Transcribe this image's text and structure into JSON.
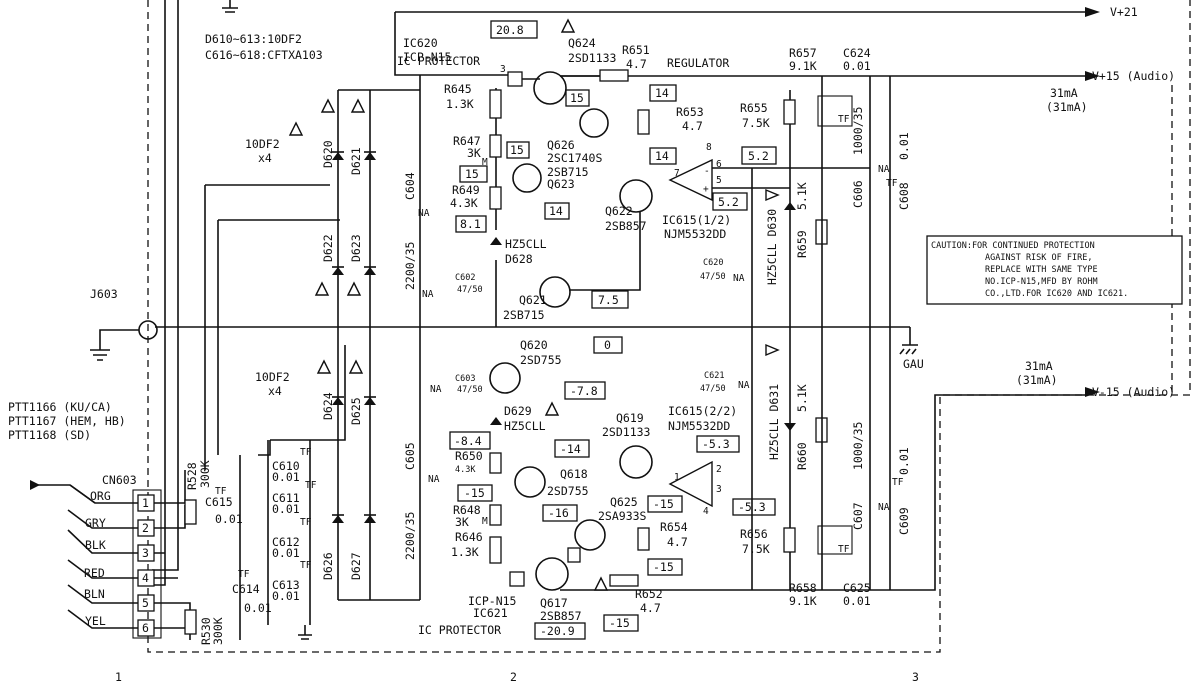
{
  "diodes_top_note": [
    "D610~613:10DF2",
    "C616~618:CFTXA103"
  ],
  "ic620": {
    "ref": "IC620",
    "part": "ICP-N15",
    "desc": "IC PROTECTOR"
  },
  "ic621": {
    "ref": "IC621",
    "part": "ICP-N15",
    "desc": "IC PROTECTOR"
  },
  "q624": {
    "ref": "Q624",
    "part": "2SD1133"
  },
  "q626": {
    "ref": "Q626",
    "part": "2SC1740S"
  },
  "q623": {
    "ref": "Q623",
    "part": "2SB715"
  },
  "q622": {
    "ref": "Q622",
    "part": "2SB857"
  },
  "q621": {
    "ref": "Q621",
    "part": "2SB715"
  },
  "q620": {
    "ref": "Q620",
    "part": "2SD755"
  },
  "q619": {
    "ref": "Q619",
    "part": "2SD1133"
  },
  "q618": {
    "ref": "Q618",
    "part": "2SD755"
  },
  "q625": {
    "ref": "Q625",
    "part": "2SA933S"
  },
  "q617": {
    "ref": "Q617",
    "part": "2SB857"
  },
  "regulator": "REGULATOR",
  "r651": {
    "ref": "R651",
    "val": "4.7"
  },
  "r652": {
    "ref": "R652",
    "val": "4.7"
  },
  "r645": {
    "ref": "R645",
    "val": "1.3K"
  },
  "r646": {
    "ref": "R646",
    "val": "1.3K"
  },
  "r647": {
    "ref": "R647",
    "val": "3K"
  },
  "r648": {
    "ref": "R648",
    "val": "3K"
  },
  "r649": {
    "ref": "R649",
    "val": "4.3K"
  },
  "r650": {
    "ref": "R650",
    "val": "4.3K"
  },
  "r653": {
    "ref": "R653",
    "val": "4.7"
  },
  "r654": {
    "ref": "R654",
    "val": "4.7"
  },
  "r655": {
    "ref": "R655",
    "val": "7.5K"
  },
  "r656": {
    "ref": "R656",
    "val": "7.5K"
  },
  "r657": {
    "ref": "R657",
    "val": "9.1K"
  },
  "r658": {
    "ref": "R658",
    "val": "9.1K"
  },
  "r659": {
    "ref": "R659",
    "val": "5.1K"
  },
  "r660": {
    "ref": "R660",
    "val": "5.1K"
  },
  "r528": {
    "ref": "R528",
    "val": "300K"
  },
  "r530": {
    "ref": "R530",
    "val": "300K"
  },
  "c624": {
    "ref": "C624",
    "val": "0.01"
  },
  "c625": {
    "ref": "C625",
    "val": "0.01"
  },
  "c604": "C604",
  "c605": "C605",
  "c606": "C606",
  "c607": "C607",
  "c608": "C608",
  "c609": "C609",
  "cap_2200": "2200/35",
  "cap_1000": "1000/35",
  "cap_001": "0.01",
  "c602": "C602",
  "c603": "C603",
  "c620": "C620",
  "c621": "C621",
  "cap_4750": "47/50",
  "na": "NA",
  "tf": "TF",
  "ic615a": {
    "ref": "IC615(1/2)",
    "part": "NJM5532DD"
  },
  "ic615b": {
    "ref": "IC615(2/2)",
    "part": "NJM5532DD"
  },
  "d628": {
    "ref": "D628",
    "part": "HZ5CLL"
  },
  "d629": {
    "ref": "D629",
    "part": "HZ5CLL"
  },
  "d630": "HZ5CLL D630",
  "d631": "HZ5CLL D631",
  "d620": "D620",
  "d621": "D621",
  "d622": "D622",
  "d623": "D623",
  "d624": "D624",
  "d625": "D625",
  "d626": "D626",
  "d627": "D627",
  "tenDF2": "10DF2",
  "x4": "x4",
  "v21": "V+21",
  "v15": "V+15 (Audio)",
  "vm15": "V-15 (Audio)",
  "i_pos": [
    "31mA",
    "(31mA)"
  ],
  "i_neg": [
    "31mA",
    "(31mA)"
  ],
  "gau": "GAU",
  "j603": "J603",
  "cn603": "CN603",
  "ptt": [
    "PTT1166 (KU/CA)",
    "PTT1167 (HEM, HB)",
    "PTT1168 (SD)"
  ],
  "wires": [
    "ORG",
    "GRY",
    "BLK",
    "RED",
    "BLN",
    "YEL"
  ],
  "pins": [
    "1",
    "2",
    "3",
    "4",
    "5",
    "6"
  ],
  "c610": {
    "ref": "C610",
    "val": "0.01"
  },
  "c611": {
    "ref": "C611",
    "val": "0.01"
  },
  "c612": {
    "ref": "C612",
    "val": "0.01"
  },
  "c613": {
    "ref": "C613",
    "val": "0.01"
  },
  "c614": {
    "ref": "C614",
    "val": "0.01"
  },
  "c615": {
    "ref": "C615",
    "val": "0.01"
  },
  "volts": {
    "v208": "20.8",
    "v15a": "15",
    "v15b": "15",
    "v15c": "15",
    "v14a": "14",
    "v14b": "14",
    "v14c": "14",
    "v81": "8.1",
    "v75": "7.5",
    "v52a": "5.2",
    "v52b": "5.2",
    "v0": "0",
    "vm78": "-7.8",
    "vm84": "-8.4",
    "vm14": "-14",
    "vm15a": "-15",
    "vm15b": "-15",
    "vm15c": "-15",
    "vm15d": "-15",
    "vm16": "-16",
    "vm53a": "-5.3",
    "vm53b": "-5.3",
    "vm209": "-20.9"
  },
  "opamp_pins": {
    "p8": "8",
    "p6": "6",
    "p7": "7",
    "p5": "5",
    "p1": "1",
    "p2": "2",
    "p3": "3",
    "p4": "4",
    "pm": "-",
    "pp": "+"
  },
  "caution": [
    "CAUTION:FOR CONTINUED PROTECTION",
    "AGAINST RISK OF FIRE,",
    "REPLACE WITH SAME TYPE",
    "NO.ICP-N15,MFD BY ROHM",
    "CO.,LTD.FOR IC620 AND IC621."
  ],
  "grid_marks": [
    "1",
    "2",
    "3"
  ],
  "pin3": "3",
  "m": "M"
}
